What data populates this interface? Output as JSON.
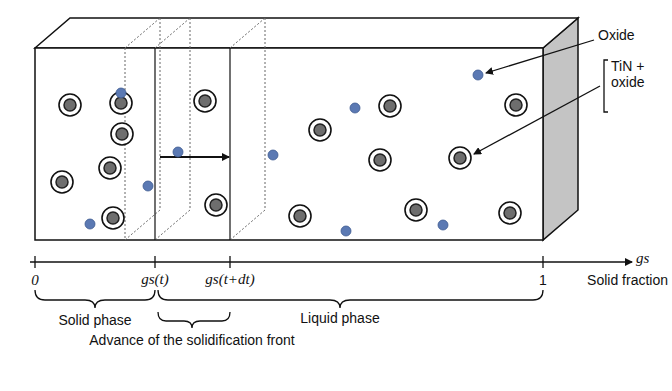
{
  "diagram": {
    "labels": [
      "Oxide",
      "TiN + oxide",
      "0",
      "gs(t)",
      "gs(t+dt)",
      "1",
      "gs",
      "Solid fraction",
      "Solid phase",
      "Advance of the solidification front",
      "Liquid phase"
    ]
  }
}
